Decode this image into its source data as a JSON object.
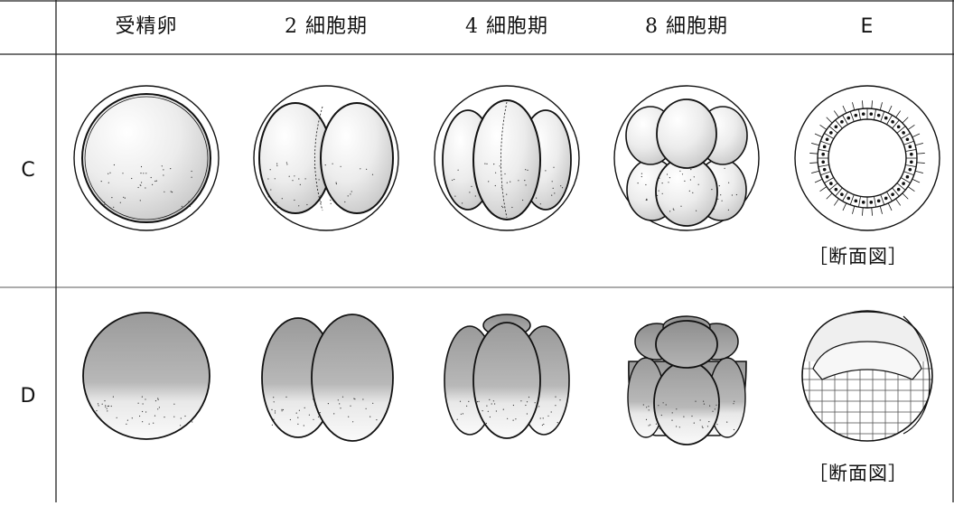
{
  "columns": [
    "受精卵",
    "2 細胞期",
    "4 細胞期",
    "8 細胞期",
    "E"
  ],
  "rows": [
    "C",
    "D"
  ],
  "section_label": "［断面図］"
}
